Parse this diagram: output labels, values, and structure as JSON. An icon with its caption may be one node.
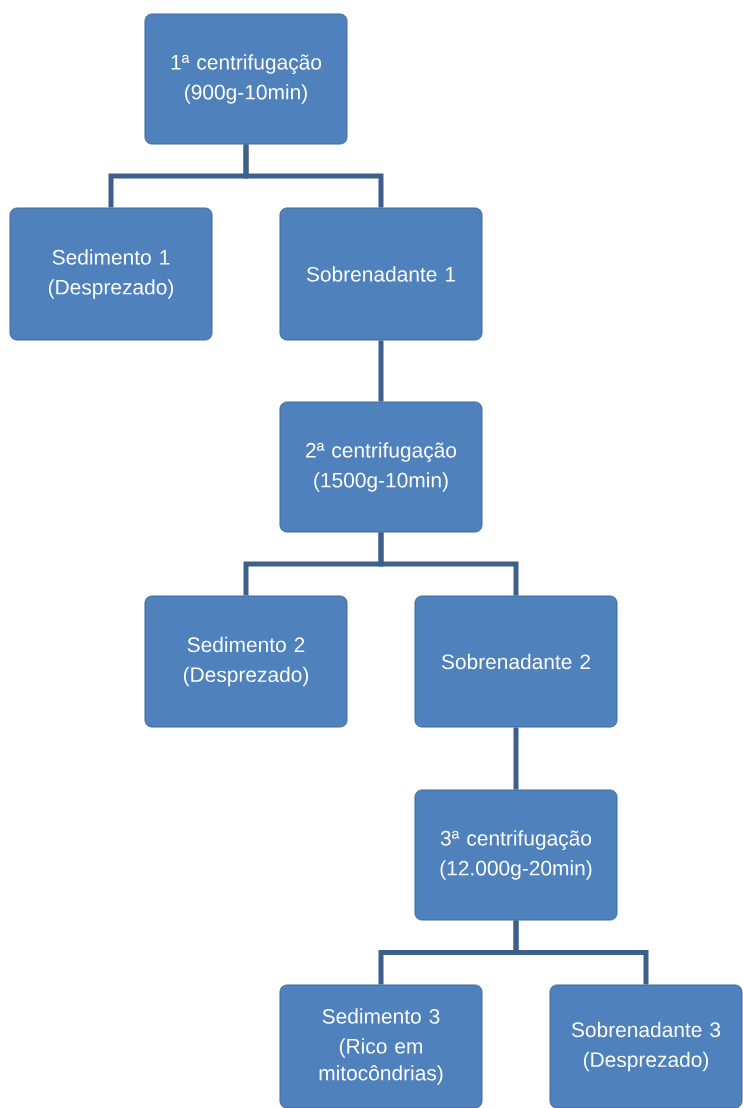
{
  "diagram": {
    "nodes": [
      {
        "text": [
          "1ª centrifugação",
          "(900g-10min)"
        ]
      },
      {
        "text": [
          "Sedimento 1",
          "(Desprezado)"
        ]
      },
      {
        "text": [
          "Sobrenadante 1"
        ]
      },
      {
        "text": [
          "2ª centrifugação",
          "(1500g-10min)"
        ]
      },
      {
        "text": [
          "Sedimento 2",
          "(Desprezado)"
        ]
      },
      {
        "text": [
          "Sobrenadante 2"
        ]
      },
      {
        "text": [
          "3ª centrifugação",
          "(12.000g-20min)"
        ]
      },
      {
        "text": [
          "Sedimento 3",
          "(Rico em mitocôndrias)"
        ]
      },
      {
        "text": [
          "Sobrenadante 3",
          "(Desprezado)"
        ]
      }
    ],
    "edges": [
      {
        "from": 0,
        "to": 1,
        "arrow": "none"
      },
      {
        "from": 0,
        "to": 2,
        "arrow": "none"
      },
      {
        "from": 2,
        "to": 3,
        "arrow": "none"
      },
      {
        "from": 3,
        "to": 4,
        "arrow": "none"
      },
      {
        "from": 3,
        "to": 5,
        "arrow": "none"
      },
      {
        "from": 5,
        "to": 6,
        "arrow": "none"
      },
      {
        "from": 6,
        "to": 7,
        "arrow": "none"
      },
      {
        "from": 6,
        "to": 8,
        "arrow": "none"
      }
    ]
  }
}
